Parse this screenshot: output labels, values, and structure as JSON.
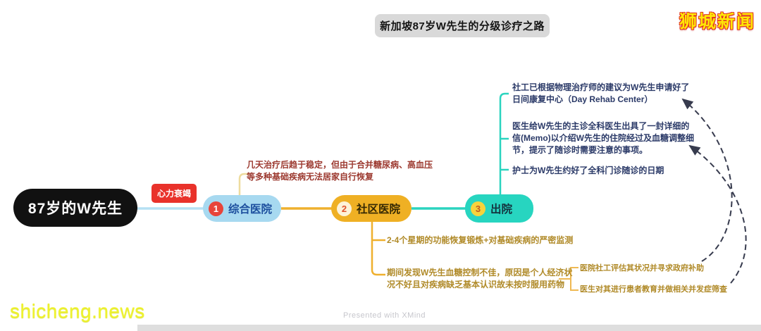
{
  "header": {
    "title": "新加坡87岁W先生的分级诊疗之路",
    "logo": "狮城新闻"
  },
  "mindmap": {
    "root": "87岁的W先生",
    "edge_label": "心力衰竭",
    "stages": [
      {
        "num": "1",
        "label": "综合医院"
      },
      {
        "num": "2",
        "label": "社区医院"
      },
      {
        "num": "3",
        "label": "出院"
      }
    ],
    "hospital_note": "几天治疗后趋于稳定，但由于合并糖尿病、高血压等多种基础疾病无法居家自行恢复",
    "community_notes": [
      "2-4个星期的功能恢复锻炼+对基础疾病的严密监测",
      "期间发现W先生血糖控制不佳，原因是个人经济状况不好且对疾病缺乏基本认识故未按时服用药物"
    ],
    "community_subnotes": [
      "医院社工评估其状况并寻求政府补助",
      "医生对其进行患者教育并做相关并发症筛查"
    ],
    "discharge_notes": [
      "社工已根据物理治疗师的建议为W先生申请好了日间康复中心（Day Rehab Center）",
      "医生给W先生的主诊全科医生出具了一封详细的信(Memo)以介绍W先生的住院经过及血糖调整细节，提示了随诊时需要注意的事项。",
      "护士为W先生约好了全科门诊随诊的日期"
    ]
  },
  "footer": {
    "watermark": "shicheng.news",
    "attribution": "Presented with XMind"
  },
  "colors": {
    "stage1_fill": "#a7d9f0",
    "stage2_fill": "#efb024",
    "stage3_fill": "#27d5c0",
    "edge_label_fill": "#e9322b",
    "root_fill": "#111111",
    "blue_edge": "#b5e0f3",
    "gold_edge": "#efb02e",
    "teal_edge": "#2bd4bf",
    "arrow_color": "#373b4e"
  }
}
